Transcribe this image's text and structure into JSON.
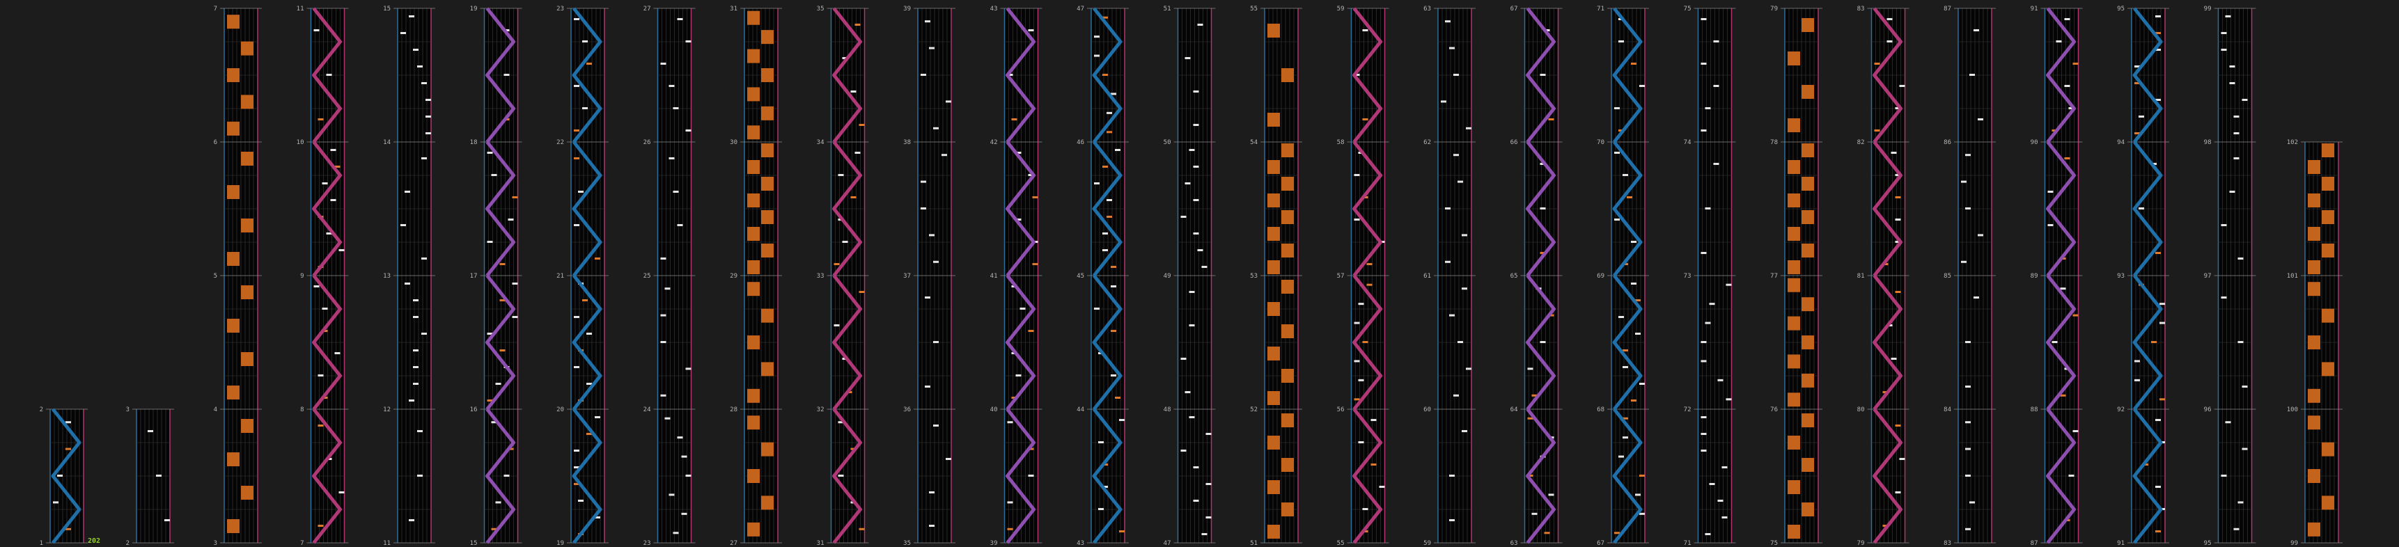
{
  "app": {
    "title": "",
    "combo_label": "202"
  },
  "colors": {
    "background": "#1c1c1c",
    "lane_bg": "#050505",
    "grid": "#3a3a3a",
    "measure_line": "#8a8a8a",
    "lane_edge_left": "#2a6f9a",
    "lane_edge_right": "#b0346e",
    "scratch_left": "#1f6fa8",
    "scratch_right": "#b03877",
    "scratch_purple": "#8e4fb0",
    "note_white": "#e6e6e6",
    "note_orange": "#e07a2a",
    "hold_orange": "#c4631c",
    "hold_white": "#c8e0f0",
    "label": "#b4b4b4",
    "combo": "#9bd02a"
  },
  "chart_notes": {
    "description": "",
    "columns_bottom_to_top_measure_numbers": [
      [
        1,
        2
      ],
      [
        2,
        3
      ],
      [
        3,
        4,
        5,
        6,
        7
      ],
      [
        7,
        8,
        9,
        10,
        11
      ],
      [
        11,
        12,
        13,
        14,
        15
      ],
      [
        15,
        16,
        17,
        18,
        19
      ],
      [
        19,
        20,
        21,
        22,
        23
      ],
      [
        23,
        24,
        25,
        26,
        27
      ],
      [
        27,
        28,
        29,
        30,
        31
      ],
      [
        31,
        32,
        33,
        34,
        35
      ],
      [
        35,
        36,
        37,
        38,
        39
      ],
      [
        39,
        40,
        41,
        42,
        43
      ],
      [
        43,
        44,
        45,
        46,
        47
      ],
      [
        47,
        48,
        49,
        50,
        51
      ],
      [
        51,
        52,
        53,
        54,
        55
      ],
      [
        55,
        56,
        57,
        58,
        59
      ],
      [
        59,
        60,
        61,
        62,
        63
      ],
      [
        63,
        64,
        65,
        66,
        67
      ],
      [
        67,
        68,
        69,
        70,
        71
      ],
      [
        71,
        72,
        73,
        74,
        75
      ],
      [
        75,
        76,
        77,
        78,
        79
      ],
      [
        79,
        80,
        81,
        82,
        83
      ],
      [
        83,
        84,
        85,
        86,
        87
      ],
      [
        87,
        88,
        89,
        90,
        91
      ],
      [
        91,
        92,
        93,
        94,
        95
      ],
      [
        95,
        96,
        97,
        98,
        99
      ],
      [
        99,
        100,
        101,
        102
      ]
    ]
  }
}
